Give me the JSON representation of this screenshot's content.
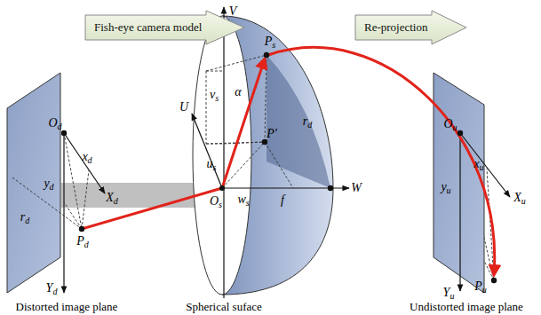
{
  "diagram": {
    "nodes": [
      {
        "text": [
          "Fish-eye camera model"
        ]
      },
      {
        "text": [
          "Re-projection"
        ]
      }
    ],
    "labels": [
      "V",
      "U",
      "Ps",
      "α",
      "vs",
      "P'",
      "rd",
      "us",
      "Os",
      "ws",
      "f",
      "W",
      "Od",
      "xd",
      "yd",
      "Xd",
      "rd",
      "Pd",
      "Yd",
      "Ou",
      "xu",
      "yu",
      "Xu",
      "Pu",
      "Yu",
      "Distorted image plane",
      "Spherical suface",
      "Undistorted image plane"
    ]
  }
}
